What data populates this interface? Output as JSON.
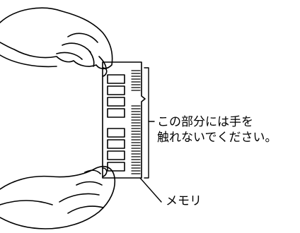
{
  "caption": {
    "line1": "この部分には手を",
    "line2": "触れないでください。"
  },
  "memory_label": "メモリ",
  "colors": {
    "ink": "#000000",
    "paper": "#ffffff"
  }
}
